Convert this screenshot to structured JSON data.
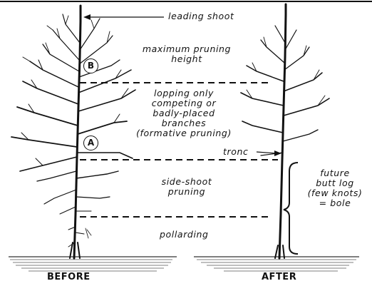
{
  "labels": {
    "leading_shoot": "leading shoot",
    "max_pruning_height_1": "maximum pruning",
    "max_pruning_height_2": "height",
    "lopping_1": "lopping only",
    "lopping_2": "competing or",
    "lopping_3": "badly-placed",
    "lopping_4": "branches",
    "lopping_5": "(formative pruning)",
    "tronc": "tronc",
    "side_shoot_1": "side-shoot",
    "side_shoot_2": "pruning",
    "pollarding": "pollarding",
    "butt_log_1": "future",
    "butt_log_2": "butt log",
    "butt_log_3": "(few knots)",
    "butt_log_4": "= bole"
  },
  "markers": {
    "a": "A",
    "b": "B"
  },
  "captions": {
    "before": "BEFORE",
    "after": "AFTER"
  }
}
